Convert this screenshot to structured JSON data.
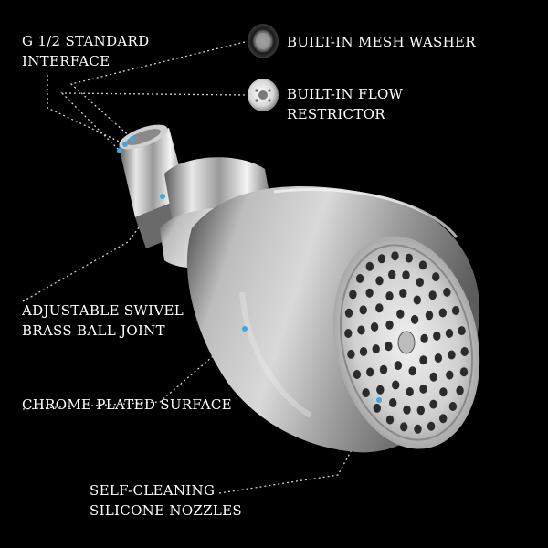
{
  "callouts": {
    "interface": {
      "line1": "G 1/2 STANDARD",
      "line2": "INTERFACE"
    },
    "mesh_washer": {
      "line1": "BUILT-IN MESH WASHER"
    },
    "flow_restrictor": {
      "line1": "BUILT-IN FLOW",
      "line2": "RESTRICTOR"
    },
    "swivel": {
      "line1": "ADJUSTABLE SWIVEL",
      "line2": "BRASS BALL JOINT"
    },
    "chrome": {
      "line1": "CHROME PLATED SURFACE"
    },
    "nozzles": {
      "line1": "SELF-CLEANING",
      "line2": "SILICONE NOZZLES"
    }
  },
  "colors": {
    "background": "#000000",
    "label_text": "#ffffff",
    "leader_line": "#cfcfcf",
    "marker_dot": "#3fa7e0",
    "chrome_light": "#f2f2f2",
    "chrome_mid": "#a8a8a8",
    "chrome_dark": "#4a4a4a",
    "nozzle": "#2b2b2b"
  }
}
